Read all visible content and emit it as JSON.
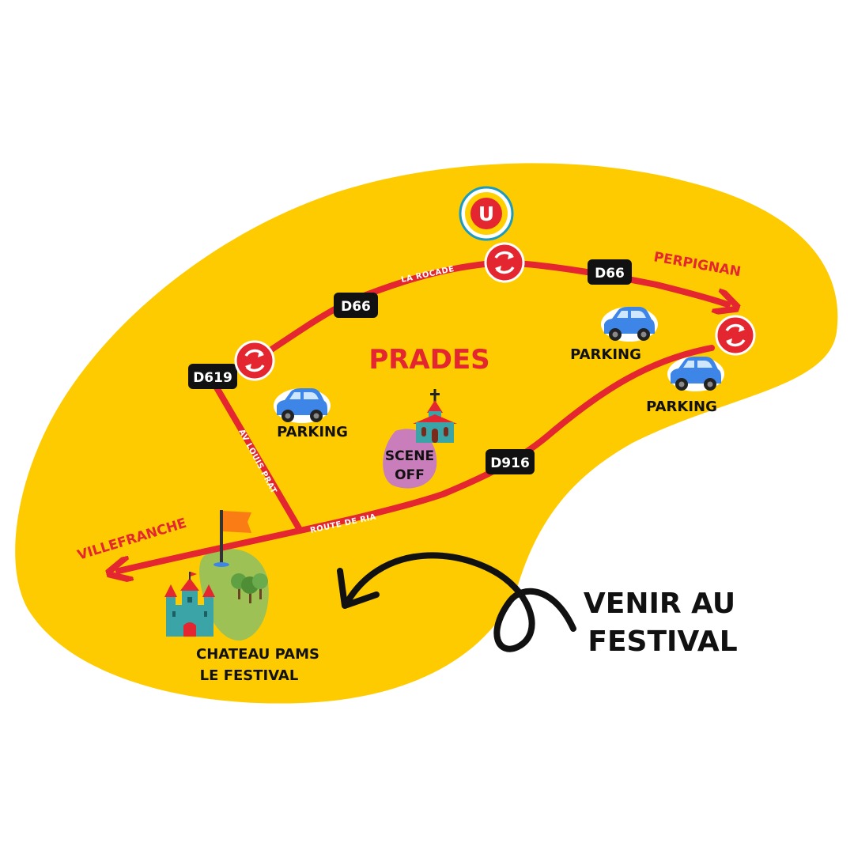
{
  "colors": {
    "land": "#fecb00",
    "road": "#e3262f",
    "badge": "#111111",
    "text_dark": "#111111",
    "accent_red": "#e3262f",
    "car": "#3d86e8",
    "park_green": "#9dc155",
    "scene_pink": "#c97dbb",
    "castle": "#3aa4a7",
    "flag": "#f97d14"
  },
  "roads": {
    "d619": "D619",
    "d66_left": "D66",
    "d66_right": "D66",
    "d916": "D916",
    "la_rocade": "LA ROCADE",
    "av_louis_prat": "AV LOUIS PRAT",
    "route_de_ria": "ROUTE DE RIA"
  },
  "places": {
    "city": "PRADES",
    "perpignan": "PERPIGNAN",
    "villefranche": "VILLEFRANCHE",
    "scene_line1": "SCENE",
    "scene_line2": "OFF",
    "chateau_line1": "CHATEAU PAMS",
    "chateau_line2": "LE FESTIVAL",
    "store_logo": "U"
  },
  "parking": {
    "left": "PARKING",
    "right_top": "PARKING",
    "right_bottom": "PARKING"
  },
  "title": {
    "line1": "VENIR AU",
    "line2": "FESTIVAL"
  },
  "icons": [
    "roundabout-icon",
    "car-icon",
    "church-icon",
    "castle-icon",
    "trees-icon",
    "flag-icon",
    "store-logo-icon",
    "arrow-icon"
  ]
}
